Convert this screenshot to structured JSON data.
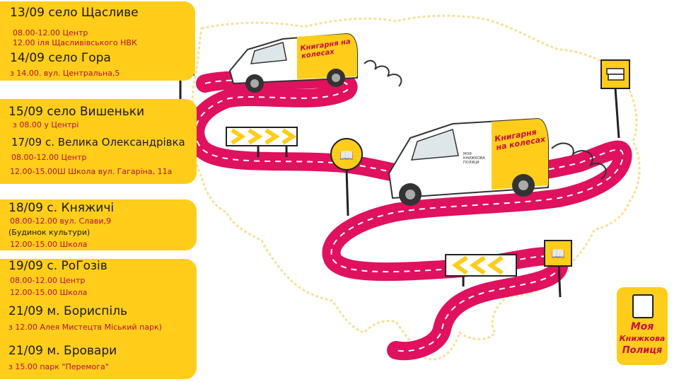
{
  "schedule": [
    {
      "title": "13/09 село Щасливе",
      "lines": [
        "08.00-12.00 Центр",
        "12.00 іля Щасливівського НВК"
      ]
    },
    {
      "title": "14/09 село Гора",
      "lines": [
        "з 14.00. вул. Центральна,5"
      ]
    },
    {
      "title": "15/09 село Вишеньки",
      "lines": [
        "з 08.00 у Центрі"
      ]
    },
    {
      "title": "17/09 с. Велика Олександрівка",
      "lines": [
        "08.00-12.00 Центр",
        "12.00-15.00Ш Школа вул. Гагаріна, 11а"
      ]
    },
    {
      "title": "18/09 с. Княжичі",
      "lines": [
        "08.00-12.00 вул. Слави,9",
        "(Будинок культури)",
        "12.00-15.00 Школа"
      ]
    },
    {
      "title": "19/09 с. РоГозів",
      "lines": [
        "08.00-12.00 Центр",
        "12.00-15.00 Школа"
      ]
    },
    {
      "title": "21/09 м. Бориспіль",
      "lines": [
        "з 12.00 Алея Мистецтв Міський парк)"
      ]
    },
    {
      "title": "21/09 м. Бровари",
      "lines": [
        "з 15.00 парк \"Перемога\""
      ]
    }
  ],
  "van": {
    "brand_text": "Книгарня на колесах",
    "small_text": "МОЯ КНИЖКОВА ПОЛИЦЯ"
  },
  "logo": {
    "line1": "Моя",
    "line2": "Книжкова",
    "line3": "Полиця"
  },
  "colors": {
    "card_yellow": "#ffcd1a",
    "road_pink": "#e0115f",
    "accent_red": "#c8103e",
    "map_outline": "#f5e29a"
  }
}
